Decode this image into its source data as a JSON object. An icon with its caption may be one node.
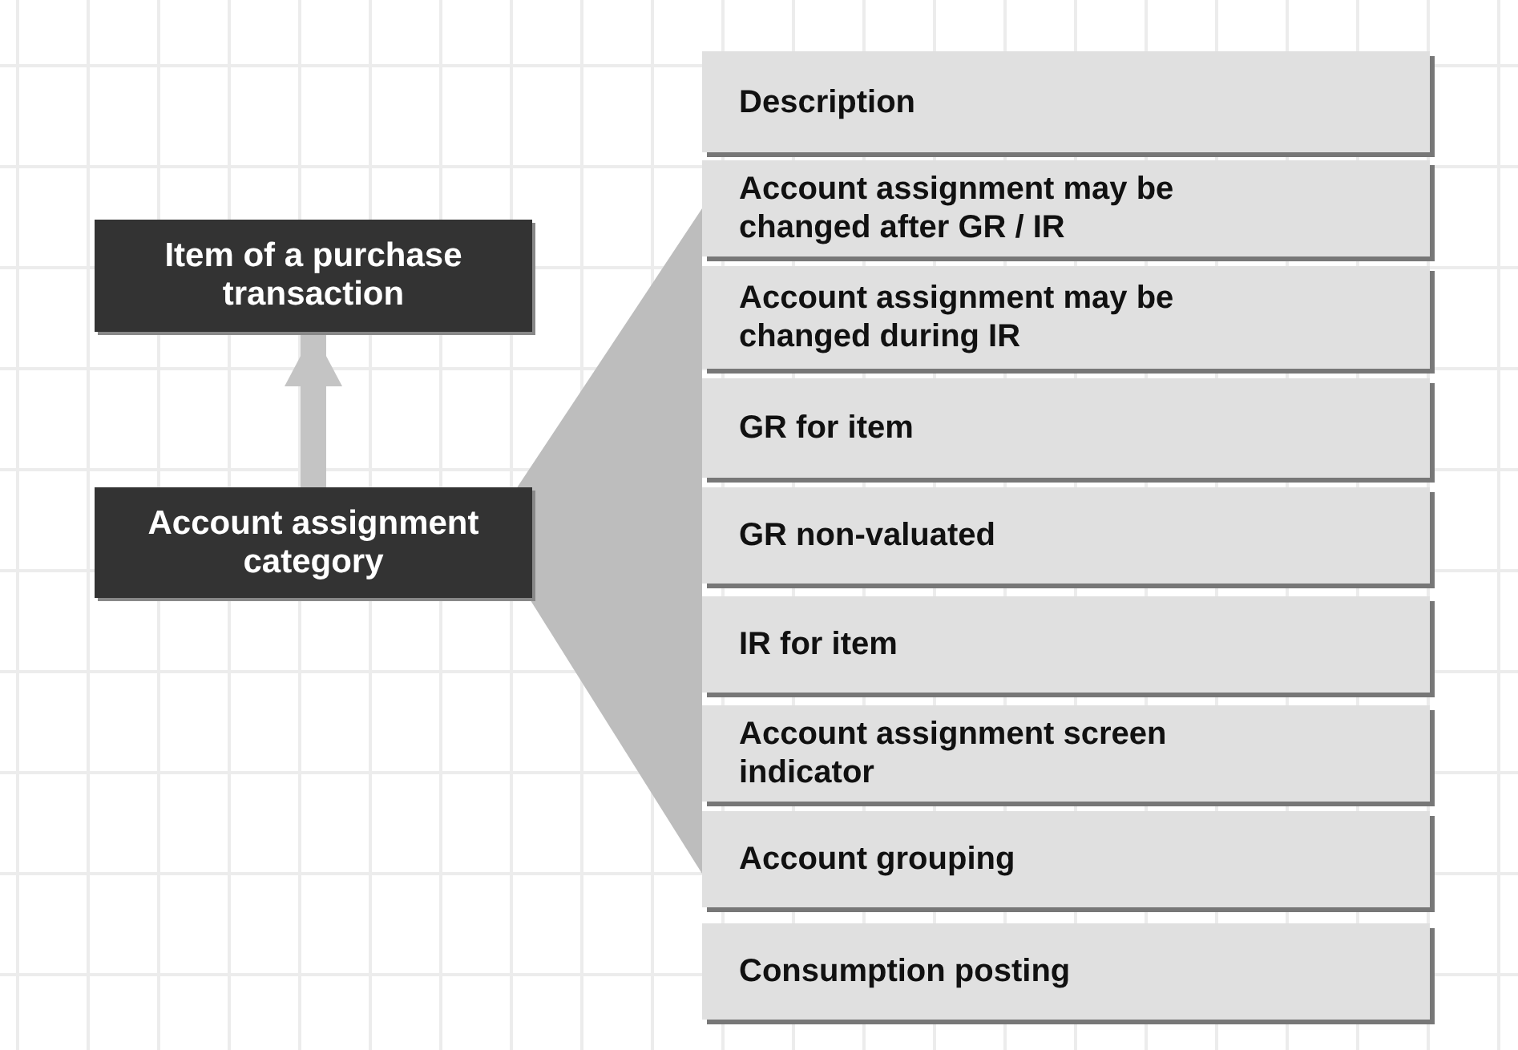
{
  "diagram": {
    "nodes": [
      {
        "text": [
          "Item of a purchase transaction"
        ]
      },
      {
        "text": [
          "Account assignment category"
        ]
      },
      {
        "text": [
          "Description"
        ]
      },
      {
        "text": [
          "Account assignment may be changed after GR / IR"
        ]
      },
      {
        "text": [
          "Account assignment may be changed during IR"
        ]
      },
      {
        "text": [
          "GR for item"
        ]
      },
      {
        "text": [
          "GR non-valuated"
        ]
      },
      {
        "text": [
          "IR for item"
        ]
      },
      {
        "text": [
          "Account assignment screen indicator"
        ]
      },
      {
        "text": [
          "Account grouping"
        ]
      },
      {
        "text": [
          "Consumption posting"
        ]
      },
      {
        "text": [],
        "shape": "trapezoid"
      }
    ],
    "edges": [
      {
        "from": 1,
        "to": 0,
        "arrow": "to"
      }
    ]
  }
}
